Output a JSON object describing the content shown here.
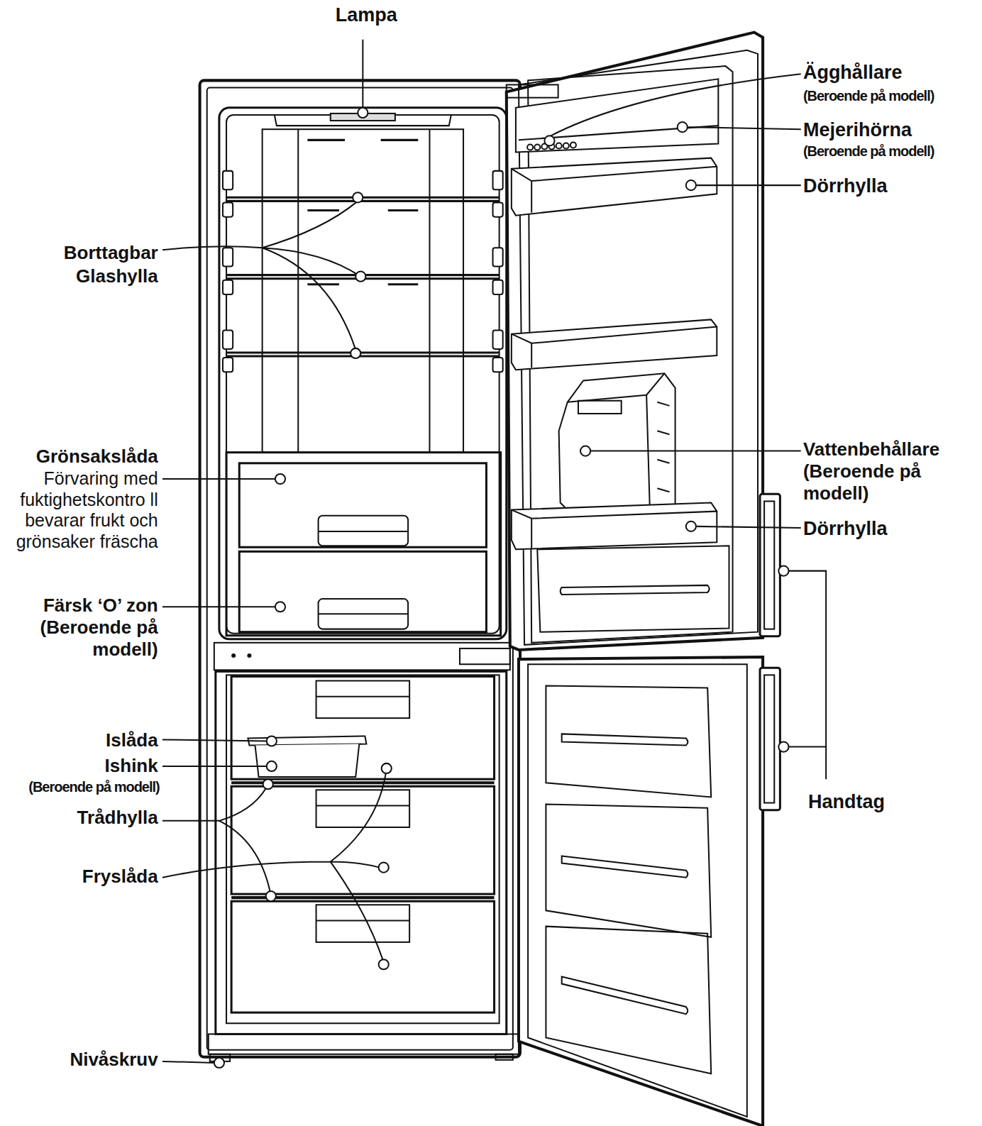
{
  "diagram": {
    "labels": [
      "Lampa",
      "Ägghållare",
      "(Beroende på modell)",
      "Mejerihörna",
      "(Beroende på modell)",
      "Dörrhylla",
      "Vattenbehållare (Beroende på modell)",
      "Dörrhylla",
      "Handtag",
      "Borttagbar Glashylla",
      "Grönsakslåda",
      "Förvaring med fuktighetskontro ll bevarar frukt och grönsaker fräscha",
      "Färsk ‘O’ zon (Beroende på modell)",
      "Islåda",
      "Ishink",
      "(Beroende på modell)",
      "Trådhylla",
      "Fryslåda",
      "Nivåskruv"
    ]
  }
}
